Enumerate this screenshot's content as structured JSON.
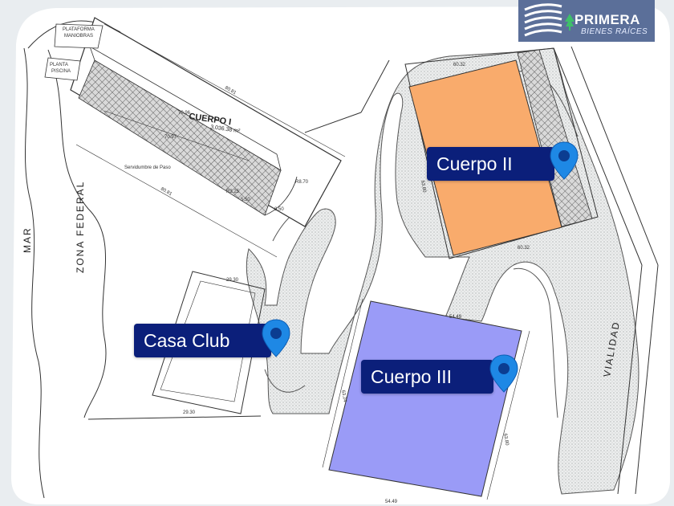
{
  "brand": {
    "name": "PRIMERA",
    "subtitle": "BIENES RAÍCES"
  },
  "callouts": {
    "cuerpo2": "Cuerpo II",
    "casa_club": "Casa Club",
    "cuerpo3": "Cuerpo III"
  },
  "plan_labels": {
    "mar": "MAR",
    "zona_federal": "ZONA FEDERAL",
    "vialidad": "VIALIDAD",
    "plataforma_line1": "PLATAFORMA",
    "plataforma_line2": "MANIOBRAS",
    "planta_line1": "PLANTA",
    "planta_line2": "PISCINA",
    "cuerpo1_title": "CUERPO I",
    "cuerpo1_area": "3,036.38 m²",
    "servidumbre": "Servidumbre de Paso"
  },
  "dimensions": {
    "d_80_81_top": "80.81",
    "d_80_81_bottom": "80.81",
    "d_70_97": "70.97",
    "d_70_96": "70.96",
    "d_8_70": "R8.70",
    "d_3_25": "R3.25",
    "d_5_50": "5.50",
    "d_8_50": "8.50",
    "d_60_32_top": "60.32",
    "d_60_32_bottom": "60.32",
    "d_63_80": "63.80",
    "d_54_49_top": "54.49",
    "d_54_49_bottom": "54.49",
    "d_63_24": "63.24",
    "d_63_80_c3": "63.80",
    "d_29_30_top": "29.30",
    "d_29_30_bottom": "29.30"
  },
  "colors": {
    "cuerpo2_fill": "#f9ab6c",
    "cuerpo3_fill": "#9a9bf7",
    "callout_bg": "#0b1f7a",
    "pin": "#1e88e5",
    "brand_bg": "#5b6f99"
  }
}
